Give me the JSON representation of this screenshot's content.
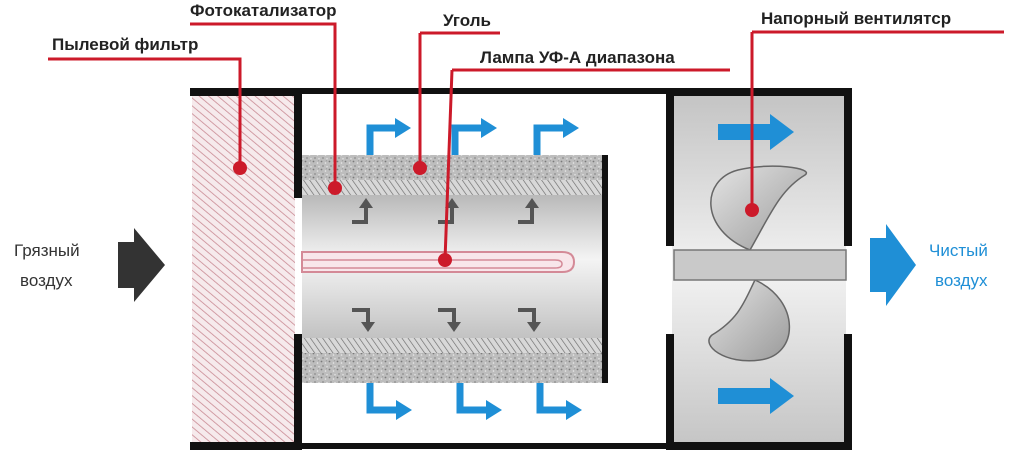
{
  "labels": {
    "photocatalyst": "Фотокатализатор",
    "dust_filter": "Пылевой фильтр",
    "carbon": "Уголь",
    "uv_lamp": "Лампа УФ-А диапазона",
    "pressure_fan": "Напорный вентилятср"
  },
  "inlet": {
    "line1": "Грязный",
    "line2": "воздух"
  },
  "outlet": {
    "line1": "Чистый",
    "line2": "воздух"
  },
  "colors": {
    "callout": "#cc1a2a",
    "flow_arrow": "#1f8fd6",
    "inner_arrow": "#555555",
    "dirty_arrow": "#333333",
    "housing": "#111111",
    "clean_text": "#1f8fd6",
    "dirty_text": "#333333"
  }
}
